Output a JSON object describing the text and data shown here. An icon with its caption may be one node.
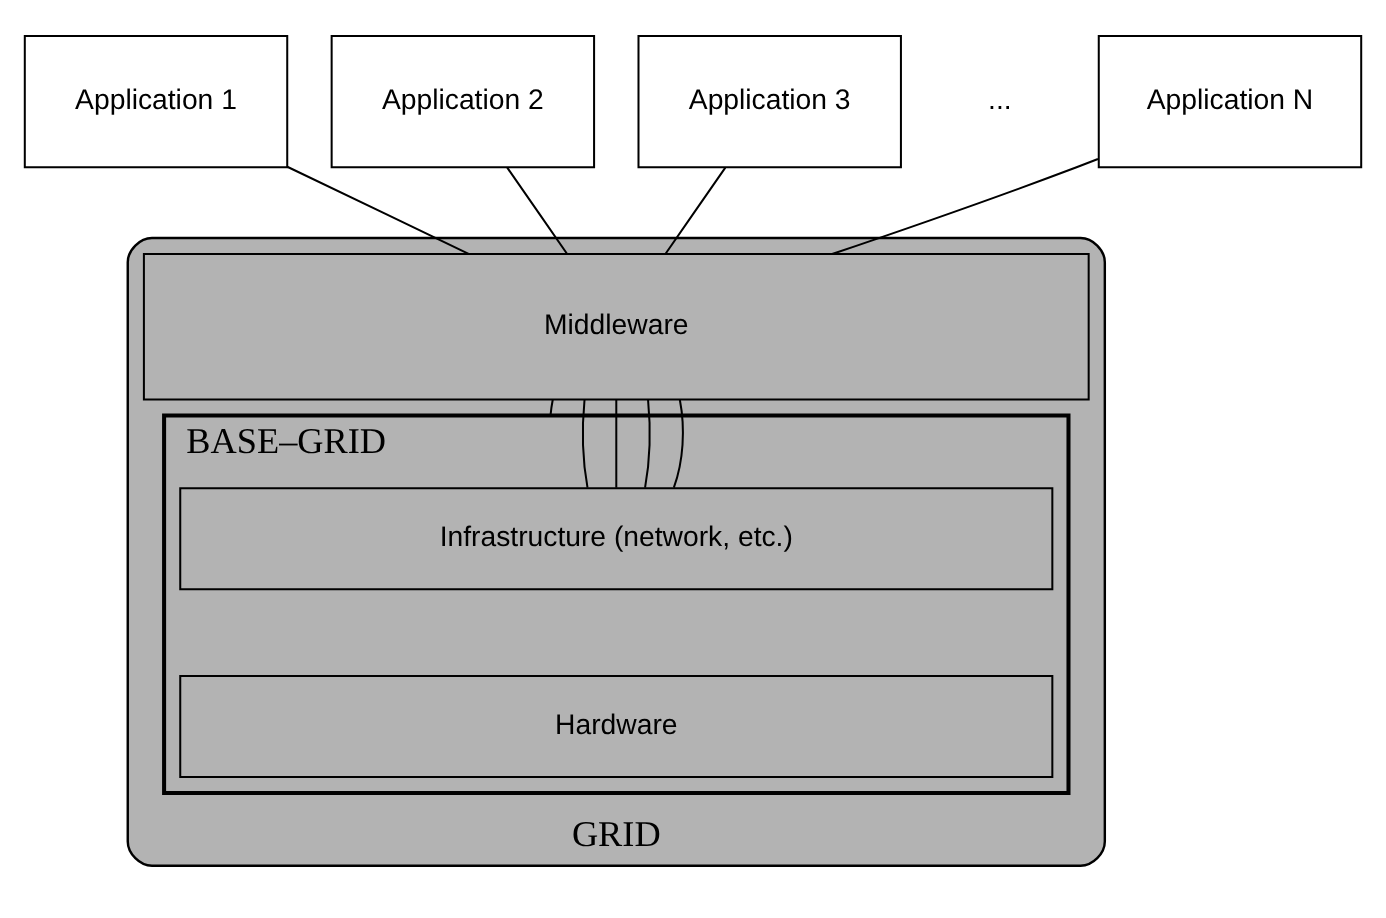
{
  "diagram": {
    "nodes": [
      {
        "text": [
          "Application 1"
        ]
      },
      {
        "text": [
          "Application 2"
        ]
      },
      {
        "text": [
          "Application 3"
        ]
      },
      {
        "text": [
          "Application N"
        ]
      },
      {
        "text": [
          "GRID"
        ]
      },
      {
        "text": [
          "Middleware"
        ],
        "in": 4
      },
      {
        "text": [
          "BASE–GRID"
        ],
        "in": 4
      },
      {
        "text": [
          "Infrastructure (network, etc.)"
        ],
        "in": 6
      },
      {
        "text": [
          "Hardware"
        ],
        "in": 6
      }
    ],
    "edges": [
      {
        "from": 0,
        "to": 5,
        "arrow": "none"
      },
      {
        "from": 1,
        "to": 5,
        "arrow": "none"
      },
      {
        "from": 2,
        "to": 5,
        "arrow": "none"
      },
      {
        "from": 3,
        "to": 5,
        "arrow": "none"
      },
      {
        "from": 5,
        "to": 6,
        "arrow": "none"
      },
      {
        "from": 5,
        "to": 7,
        "arrow": "none"
      },
      {
        "from": 5,
        "to": 7,
        "arrow": "none"
      },
      {
        "from": 5,
        "to": 7,
        "arrow": "none"
      },
      {
        "from": 5,
        "to": 7,
        "arrow": "none"
      }
    ],
    "labels": [
      "..."
    ]
  }
}
